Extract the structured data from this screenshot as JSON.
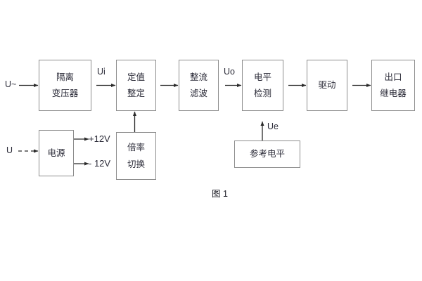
{
  "figure": {
    "caption": "图 1",
    "colors": {
      "box_border": "#8d8d8d",
      "text": "#2b2b38",
      "wire": "#2a2a2a",
      "background": "#ffffff"
    }
  },
  "blocks": [
    {
      "id": "isolation-transformer",
      "line1": "隔离",
      "line2": "变压器"
    },
    {
      "id": "setting-value",
      "line1": "定值",
      "line2": "整定"
    },
    {
      "id": "rectify-filter",
      "line1": "整流",
      "line2": "滤波"
    },
    {
      "id": "level-detection",
      "line1": "电平",
      "line2": "检测"
    },
    {
      "id": "drive",
      "line1": "驱动",
      "line2": ""
    },
    {
      "id": "output-relay",
      "line1": "出口",
      "line2": "继电器"
    },
    {
      "id": "power-supply",
      "line1": "电源",
      "line2": ""
    },
    {
      "id": "multiplier-switch",
      "line1": "倍率",
      "line2": "切换"
    },
    {
      "id": "reference-level",
      "line1": "参考电平",
      "line2": ""
    }
  ],
  "signals": {
    "input_ac": "U~",
    "input_dc": "U",
    "ui": "Ui",
    "uo": "Uo",
    "ue": "Ue",
    "rail_positive": "+12V",
    "rail_negative": "- 12V"
  }
}
